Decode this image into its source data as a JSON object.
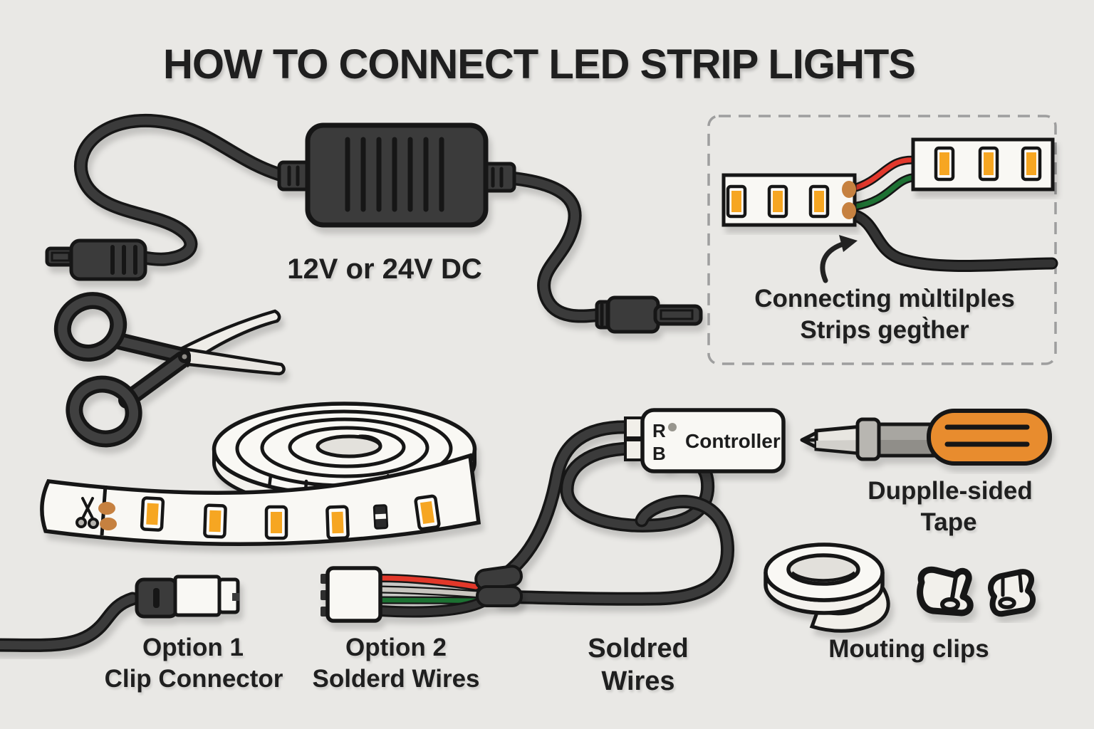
{
  "title": "HOW TO CONNECT LED STRIP LIGHTS",
  "adapter": {
    "label": "12V or 24V DC"
  },
  "connect_panel": {
    "line1": "Connecting mùltilples",
    "line2": "Strips gegt̀her"
  },
  "controller": {
    "r": "R",
    "b": "B",
    "name": "Controller"
  },
  "tape": {
    "line1": "Dupplle-sided",
    "line2": "Tape"
  },
  "mounting": {
    "label": "Mouting clips"
  },
  "option1": {
    "line1": "Option 1",
    "line2": "Clip Connector"
  },
  "option2": {
    "line1": "Option 2",
    "line2": "Solderd Wires"
  },
  "soldered": {
    "line1": "Soldred",
    "line2": "Wires"
  },
  "colors": {
    "background": "#e9e8e5",
    "outline": "#161616",
    "led_amber": "#f6a620",
    "copper_pad": "#c6813f",
    "wire_red": "#e2382c",
    "wire_green": "#1d7133",
    "screwdriver_handle": "#e88c2f",
    "dashed_border": "#9e9e9e"
  }
}
